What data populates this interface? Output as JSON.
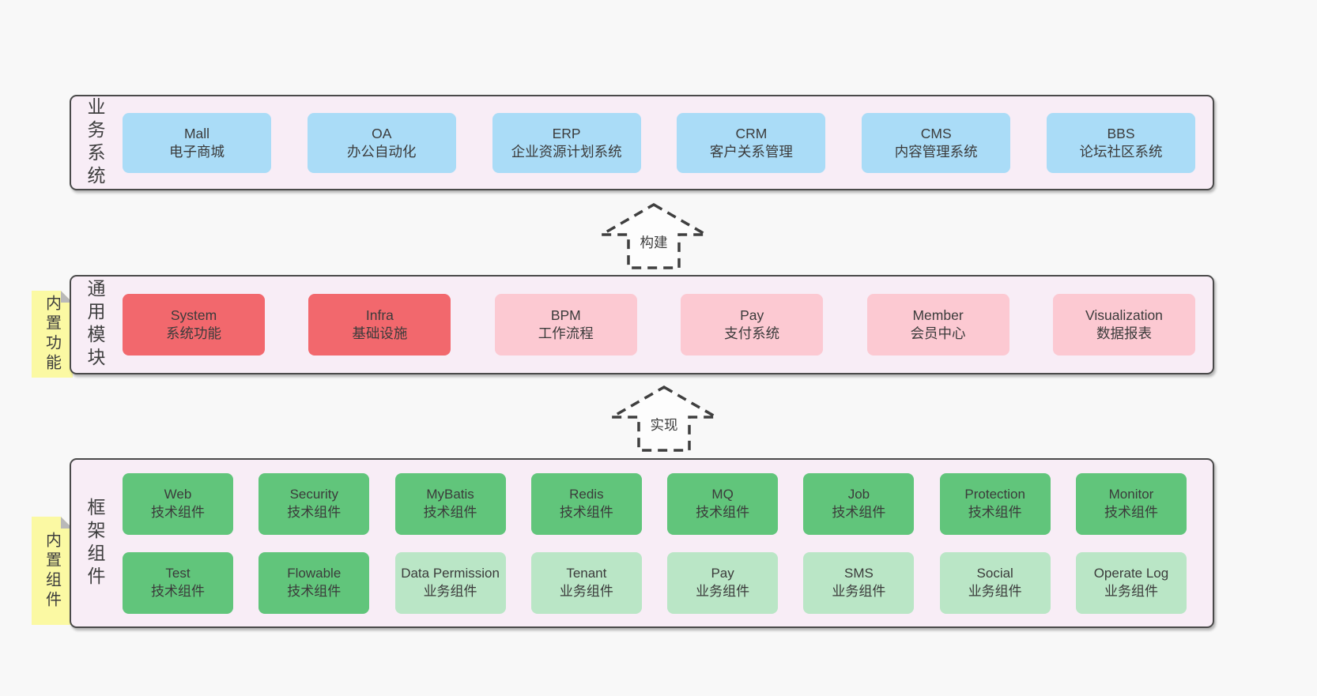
{
  "colors": {
    "page_bg": "#f8f8f8",
    "band_bg": "#f8edf6",
    "band_border": "#4a4a4a",
    "blue_box": "#aadcf7",
    "red_box": "#f2686d",
    "pink_box": "#fcc9d2",
    "green_box": "#61c57b",
    "light_green_box": "#bae6c6",
    "sticky_yellow": "#fbf9a3",
    "sticky_fold_gray": "#b9b9b9"
  },
  "arrows": [
    {
      "label": "构建"
    },
    {
      "label": "实现"
    }
  ],
  "bands": [
    {
      "label": "业务系统",
      "items": [
        {
          "title": "Mall",
          "subtitle": "电子商城",
          "variant": "blue"
        },
        {
          "title": "OA",
          "subtitle": "办公自动化",
          "variant": "blue"
        },
        {
          "title": "ERP",
          "subtitle": "企业资源计划系统",
          "variant": "blue"
        },
        {
          "title": "CRM",
          "subtitle": "客户关系管理",
          "variant": "blue"
        },
        {
          "title": "CMS",
          "subtitle": "内容管理系统",
          "variant": "blue"
        },
        {
          "title": "BBS",
          "subtitle": "论坛社区系统",
          "variant": "blue"
        }
      ]
    },
    {
      "label": "通用模块",
      "sticky": "内置功能",
      "items": [
        {
          "title": "System",
          "subtitle": "系统功能",
          "variant": "red"
        },
        {
          "title": "Infra",
          "subtitle": "基础设施",
          "variant": "red"
        },
        {
          "title": "BPM",
          "subtitle": "工作流程",
          "variant": "pink"
        },
        {
          "title": "Pay",
          "subtitle": "支付系统",
          "variant": "pink"
        },
        {
          "title": "Member",
          "subtitle": "会员中心",
          "variant": "pink"
        },
        {
          "title": "Visualization",
          "subtitle": "数据报表",
          "variant": "pink"
        }
      ]
    },
    {
      "label": "框架组件",
      "sticky": "内置组件",
      "rows": [
        [
          {
            "title": "Web",
            "subtitle": "技术组件",
            "variant": "green"
          },
          {
            "title": "Security",
            "subtitle": "技术组件",
            "variant": "green"
          },
          {
            "title": "MyBatis",
            "subtitle": "技术组件",
            "variant": "green"
          },
          {
            "title": "Redis",
            "subtitle": "技术组件",
            "variant": "green"
          },
          {
            "title": "MQ",
            "subtitle": "技术组件",
            "variant": "green"
          },
          {
            "title": "Job",
            "subtitle": "技术组件",
            "variant": "green"
          },
          {
            "title": "Protection",
            "subtitle": "技术组件",
            "variant": "green"
          },
          {
            "title": "Monitor",
            "subtitle": "技术组件",
            "variant": "green"
          }
        ],
        [
          {
            "title": "Test",
            "subtitle": "技术组件",
            "variant": "green"
          },
          {
            "title": "Flowable",
            "subtitle": "技术组件",
            "variant": "green"
          },
          {
            "title": "Data Permission",
            "subtitle": "业务组件",
            "variant": "lightgreen"
          },
          {
            "title": "Tenant",
            "subtitle": "业务组件",
            "variant": "lightgreen"
          },
          {
            "title": "Pay",
            "subtitle": "业务组件",
            "variant": "lightgreen"
          },
          {
            "title": "SMS",
            "subtitle": "业务组件",
            "variant": "lightgreen"
          },
          {
            "title": "Social",
            "subtitle": "业务组件",
            "variant": "lightgreen"
          },
          {
            "title": "Operate Log",
            "subtitle": "业务组件",
            "variant": "lightgreen"
          }
        ]
      ]
    }
  ]
}
